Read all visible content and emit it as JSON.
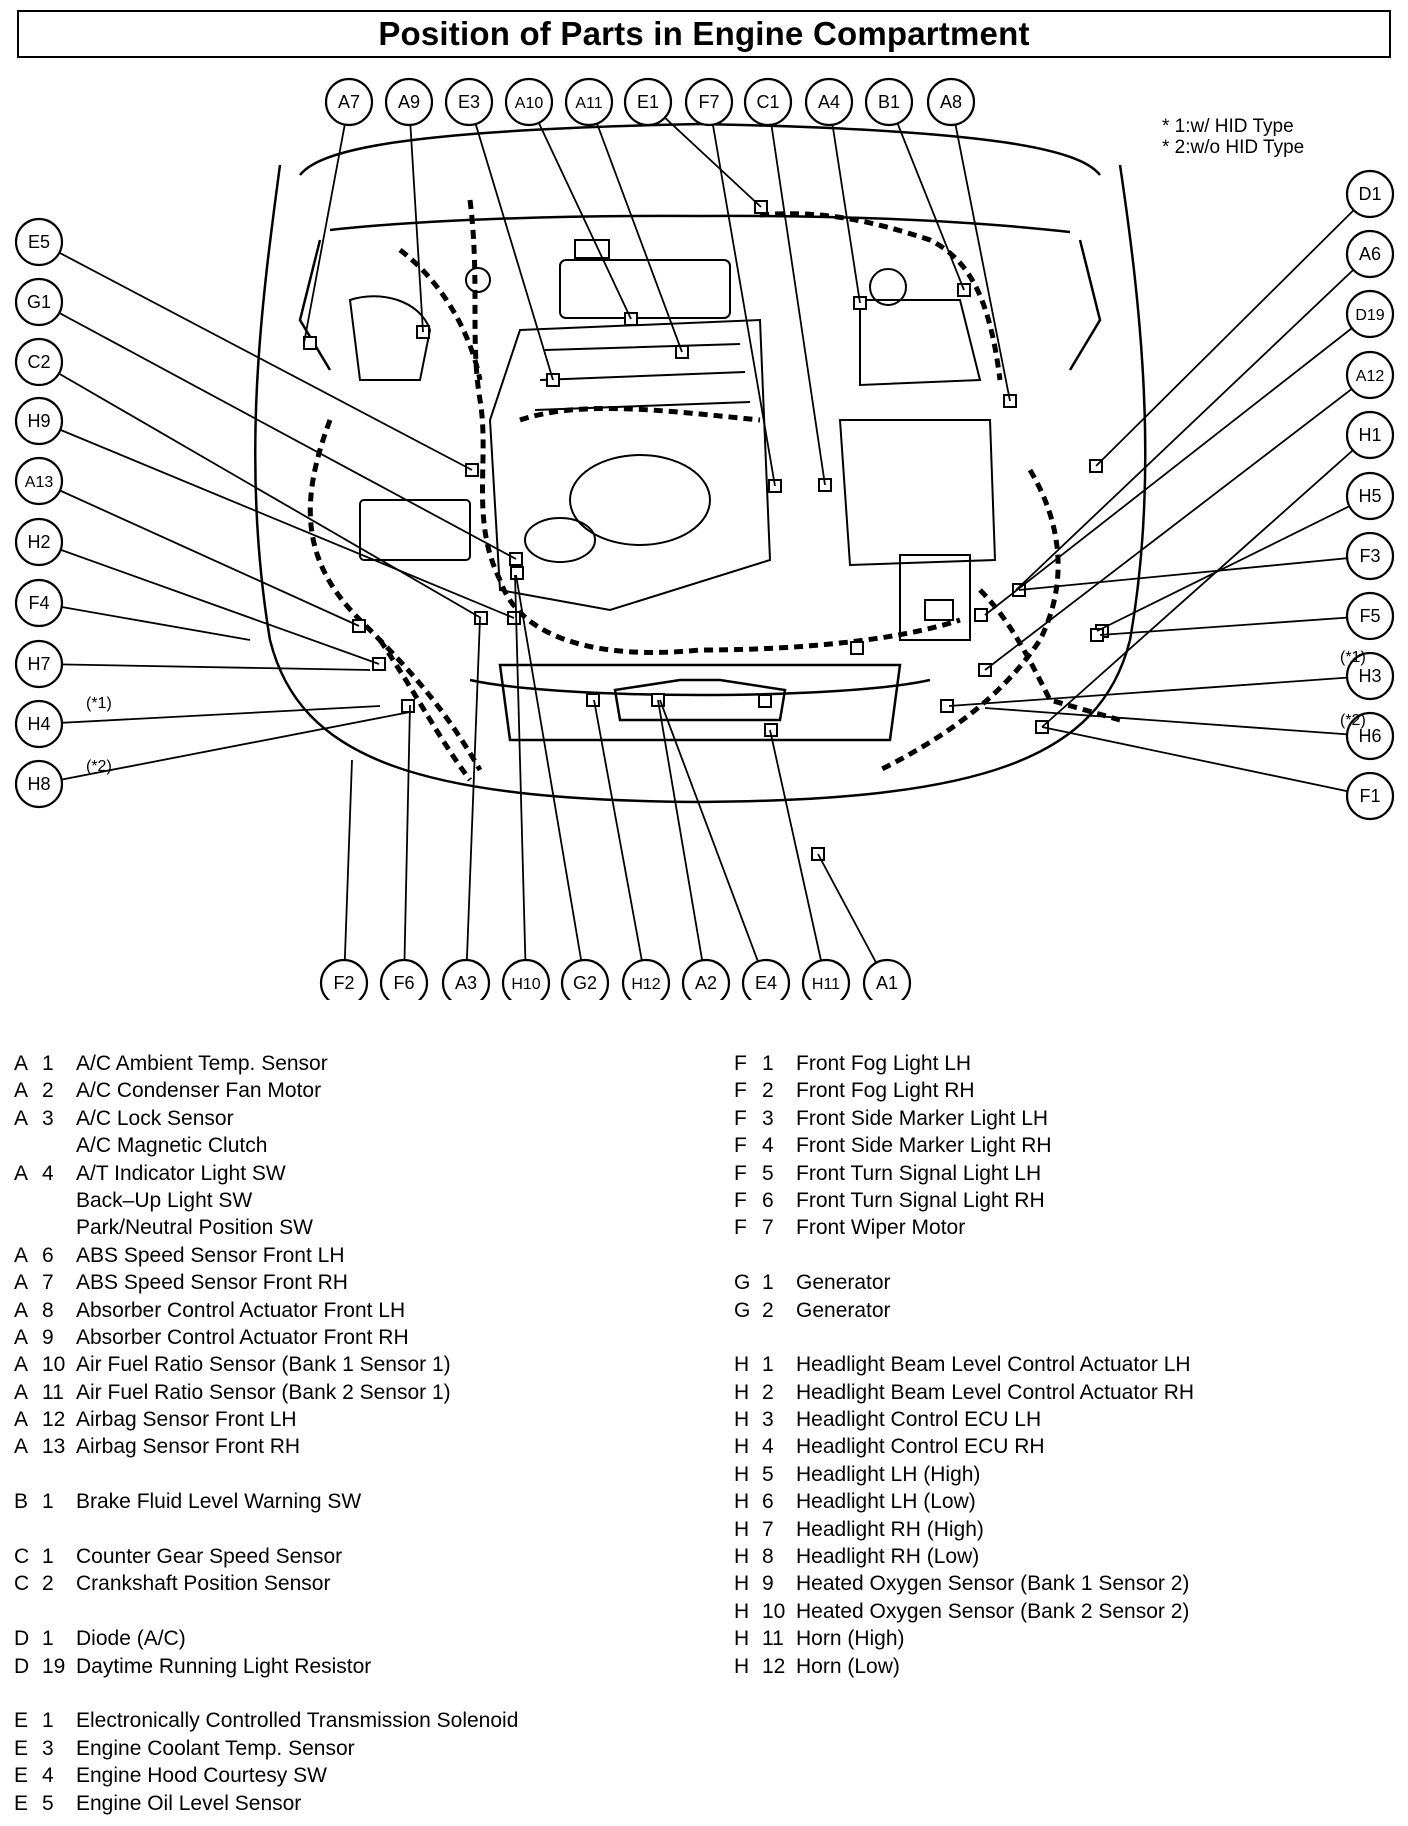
{
  "title": "Position of Parts in Engine Compartment",
  "notes": [
    "* 1:w/ HID Type",
    "* 2:w/o HID Type"
  ],
  "labels": [
    {
      "id": "A7"
    },
    {
      "id": "A9"
    },
    {
      "id": "E3"
    },
    {
      "id": "A10"
    },
    {
      "id": "A11"
    },
    {
      "id": "E1"
    },
    {
      "id": "F7"
    },
    {
      "id": "C1"
    },
    {
      "id": "A4"
    },
    {
      "id": "B1"
    },
    {
      "id": "A8"
    },
    {
      "id": "E5"
    },
    {
      "id": "G1"
    },
    {
      "id": "C2"
    },
    {
      "id": "H9"
    },
    {
      "id": "A13"
    },
    {
      "id": "H2"
    },
    {
      "id": "F4"
    },
    {
      "id": "H7"
    },
    {
      "id": "H4",
      "mark": "(*1)"
    },
    {
      "id": "H8",
      "mark": "(*2)"
    },
    {
      "id": "D1"
    },
    {
      "id": "A6"
    },
    {
      "id": "D19"
    },
    {
      "id": "A12"
    },
    {
      "id": "H1"
    },
    {
      "id": "H5"
    },
    {
      "id": "F3"
    },
    {
      "id": "F5"
    },
    {
      "id": "H3",
      "mark": "(*1)"
    },
    {
      "id": "H6",
      "mark": "(*2)"
    },
    {
      "id": "F1"
    },
    {
      "id": "F2"
    },
    {
      "id": "F6"
    },
    {
      "id": "A3"
    },
    {
      "id": "H10"
    },
    {
      "id": "G2"
    },
    {
      "id": "H12"
    },
    {
      "id": "A2"
    },
    {
      "id": "E4"
    },
    {
      "id": "H11"
    },
    {
      "id": "A1"
    }
  ],
  "legend_left": [
    {
      "l": "A",
      "n": "1",
      "t": "A/C Ambient Temp. Sensor"
    },
    {
      "l": "A",
      "n": "2",
      "t": "A/C Condenser Fan Motor"
    },
    {
      "l": "A",
      "n": "3",
      "t": "A/C Lock Sensor"
    },
    {
      "l": "",
      "n": "",
      "t": "A/C Magnetic Clutch"
    },
    {
      "l": "A",
      "n": "4",
      "t": "A/T Indicator Light SW"
    },
    {
      "l": "",
      "n": "",
      "t": "Back–Up Light SW"
    },
    {
      "l": "",
      "n": "",
      "t": "Park/Neutral Position SW"
    },
    {
      "l": "A",
      "n": "6",
      "t": "ABS Speed Sensor Front LH"
    },
    {
      "l": "A",
      "n": "7",
      "t": "ABS Speed Sensor Front RH"
    },
    {
      "l": "A",
      "n": "8",
      "t": "Absorber Control Actuator Front LH"
    },
    {
      "l": "A",
      "n": "9",
      "t": "Absorber Control Actuator Front RH"
    },
    {
      "l": "A",
      "n": "10",
      "t": "Air Fuel Ratio Sensor (Bank 1 Sensor 1)"
    },
    {
      "l": "A",
      "n": "11",
      "t": "Air Fuel Ratio Sensor (Bank 2 Sensor 1)"
    },
    {
      "l": "A",
      "n": "12",
      "t": "Airbag Sensor Front LH"
    },
    {
      "l": "A",
      "n": "13",
      "t": "Airbag Sensor Front RH"
    },
    {
      "gap": true
    },
    {
      "l": "B",
      "n": "1",
      "t": "Brake Fluid Level Warning SW"
    },
    {
      "gap": true
    },
    {
      "l": "C",
      "n": "1",
      "t": "Counter Gear Speed Sensor"
    },
    {
      "l": "C",
      "n": "2",
      "t": "Crankshaft Position Sensor"
    },
    {
      "gap": true
    },
    {
      "l": "D",
      "n": "1",
      "t": "Diode (A/C)"
    },
    {
      "l": "D",
      "n": "19",
      "t": "Daytime Running Light Resistor"
    },
    {
      "gap": true
    },
    {
      "l": "E",
      "n": "1",
      "t": "Electronically Controlled Transmission Solenoid"
    },
    {
      "l": "E",
      "n": "3",
      "t": "Engine Coolant Temp. Sensor"
    },
    {
      "l": "E",
      "n": "4",
      "t": "Engine Hood Courtesy SW"
    },
    {
      "l": "E",
      "n": "5",
      "t": "Engine Oil Level Sensor"
    }
  ],
  "legend_right": [
    {
      "l": "F",
      "n": "1",
      "t": "Front Fog Light LH"
    },
    {
      "l": "F",
      "n": "2",
      "t": "Front Fog Light RH"
    },
    {
      "l": "F",
      "n": "3",
      "t": "Front Side Marker Light LH"
    },
    {
      "l": "F",
      "n": "4",
      "t": "Front Side Marker Light RH"
    },
    {
      "l": "F",
      "n": "5",
      "t": "Front Turn Signal Light LH"
    },
    {
      "l": "F",
      "n": "6",
      "t": "Front Turn Signal Light RH"
    },
    {
      "l": "F",
      "n": "7",
      "t": "Front Wiper Motor"
    },
    {
      "gap": true
    },
    {
      "l": "G",
      "n": "1",
      "t": "Generator"
    },
    {
      "l": "G",
      "n": "2",
      "t": "Generator"
    },
    {
      "gap": true
    },
    {
      "l": "H",
      "n": "1",
      "t": "Headlight Beam Level Control Actuator LH"
    },
    {
      "l": "H",
      "n": "2",
      "t": "Headlight Beam Level Control Actuator RH"
    },
    {
      "l": "H",
      "n": "3",
      "t": "Headlight Control ECU LH"
    },
    {
      "l": "H",
      "n": "4",
      "t": "Headlight Control ECU RH"
    },
    {
      "l": "H",
      "n": "5",
      "t": "Headlight LH (High)"
    },
    {
      "l": "H",
      "n": "6",
      "t": "Headlight LH (Low)"
    },
    {
      "l": "H",
      "n": "7",
      "t": "Headlight RH (High)"
    },
    {
      "l": "H",
      "n": "8",
      "t": "Headlight RH (Low)"
    },
    {
      "l": "H",
      "n": "9",
      "t": "Heated Oxygen Sensor (Bank 1 Sensor 2)"
    },
    {
      "l": "H",
      "n": "10",
      "t": "Heated Oxygen Sensor (Bank 2 Sensor 2)"
    },
    {
      "l": "H",
      "n": "11",
      "t": "Horn (High)"
    },
    {
      "l": "H",
      "n": "12",
      "t": "Horn (Low)"
    }
  ]
}
